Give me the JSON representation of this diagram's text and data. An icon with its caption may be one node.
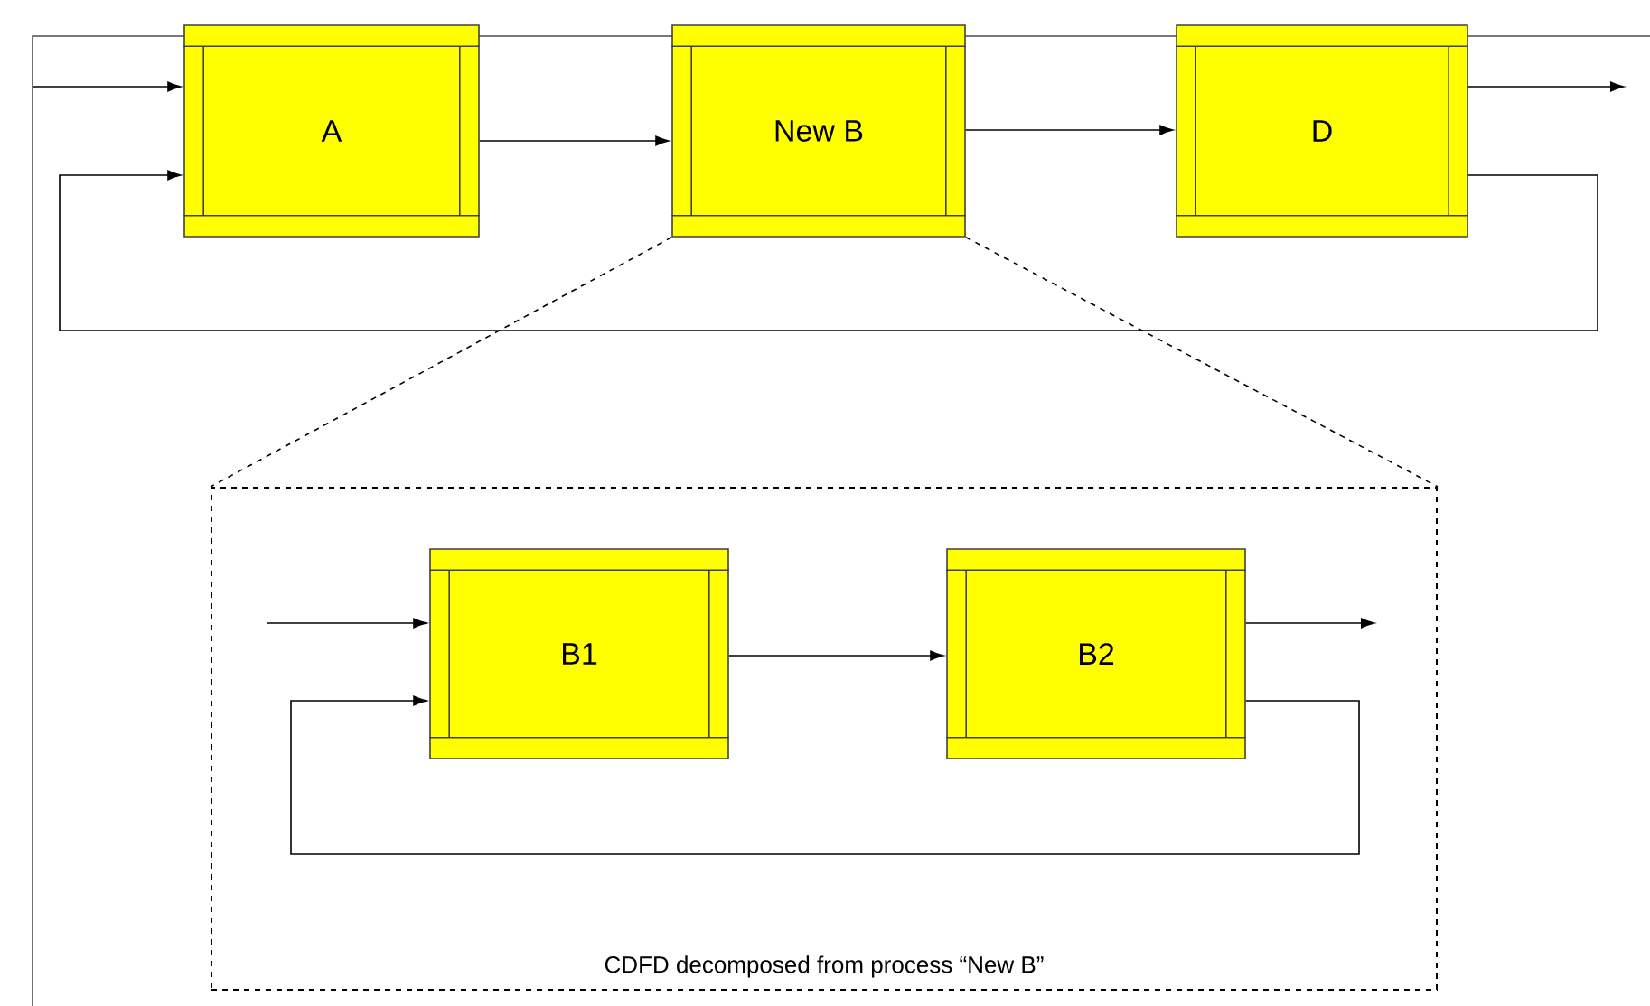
{
  "diagram": {
    "nodes": [
      {
        "text": [
          "A"
        ]
      },
      {
        "text": [
          "New B"
        ]
      },
      {
        "text": [
          "D"
        ]
      },
      {
        "text": [
          "CDFD decomposed from process “New B”"
        ]
      },
      {
        "text": [
          "B1"
        ],
        "in": 3
      },
      {
        "text": [
          "B2"
        ],
        "in": 3
      }
    ],
    "edges": [
      {
        "from": null,
        "to": 0,
        "arrow": "to"
      },
      {
        "from": 0,
        "to": 1,
        "arrow": "to"
      },
      {
        "from": 1,
        "to": 2,
        "arrow": "to"
      },
      {
        "from": 2,
        "to": null,
        "arrow": "to"
      },
      {
        "from": 2,
        "to": 0,
        "arrow": "to"
      },
      {
        "from": 1,
        "to": 3,
        "arrow": "none",
        "style": "dashed"
      },
      {
        "from": 1,
        "to": 3,
        "arrow": "none",
        "style": "dashed"
      },
      {
        "from": null,
        "to": 4,
        "arrow": "to"
      },
      {
        "from": 4,
        "to": 5,
        "arrow": "to"
      },
      {
        "from": 5,
        "to": null,
        "arrow": "to"
      },
      {
        "from": 5,
        "to": 4,
        "arrow": "to"
      }
    ]
  }
}
